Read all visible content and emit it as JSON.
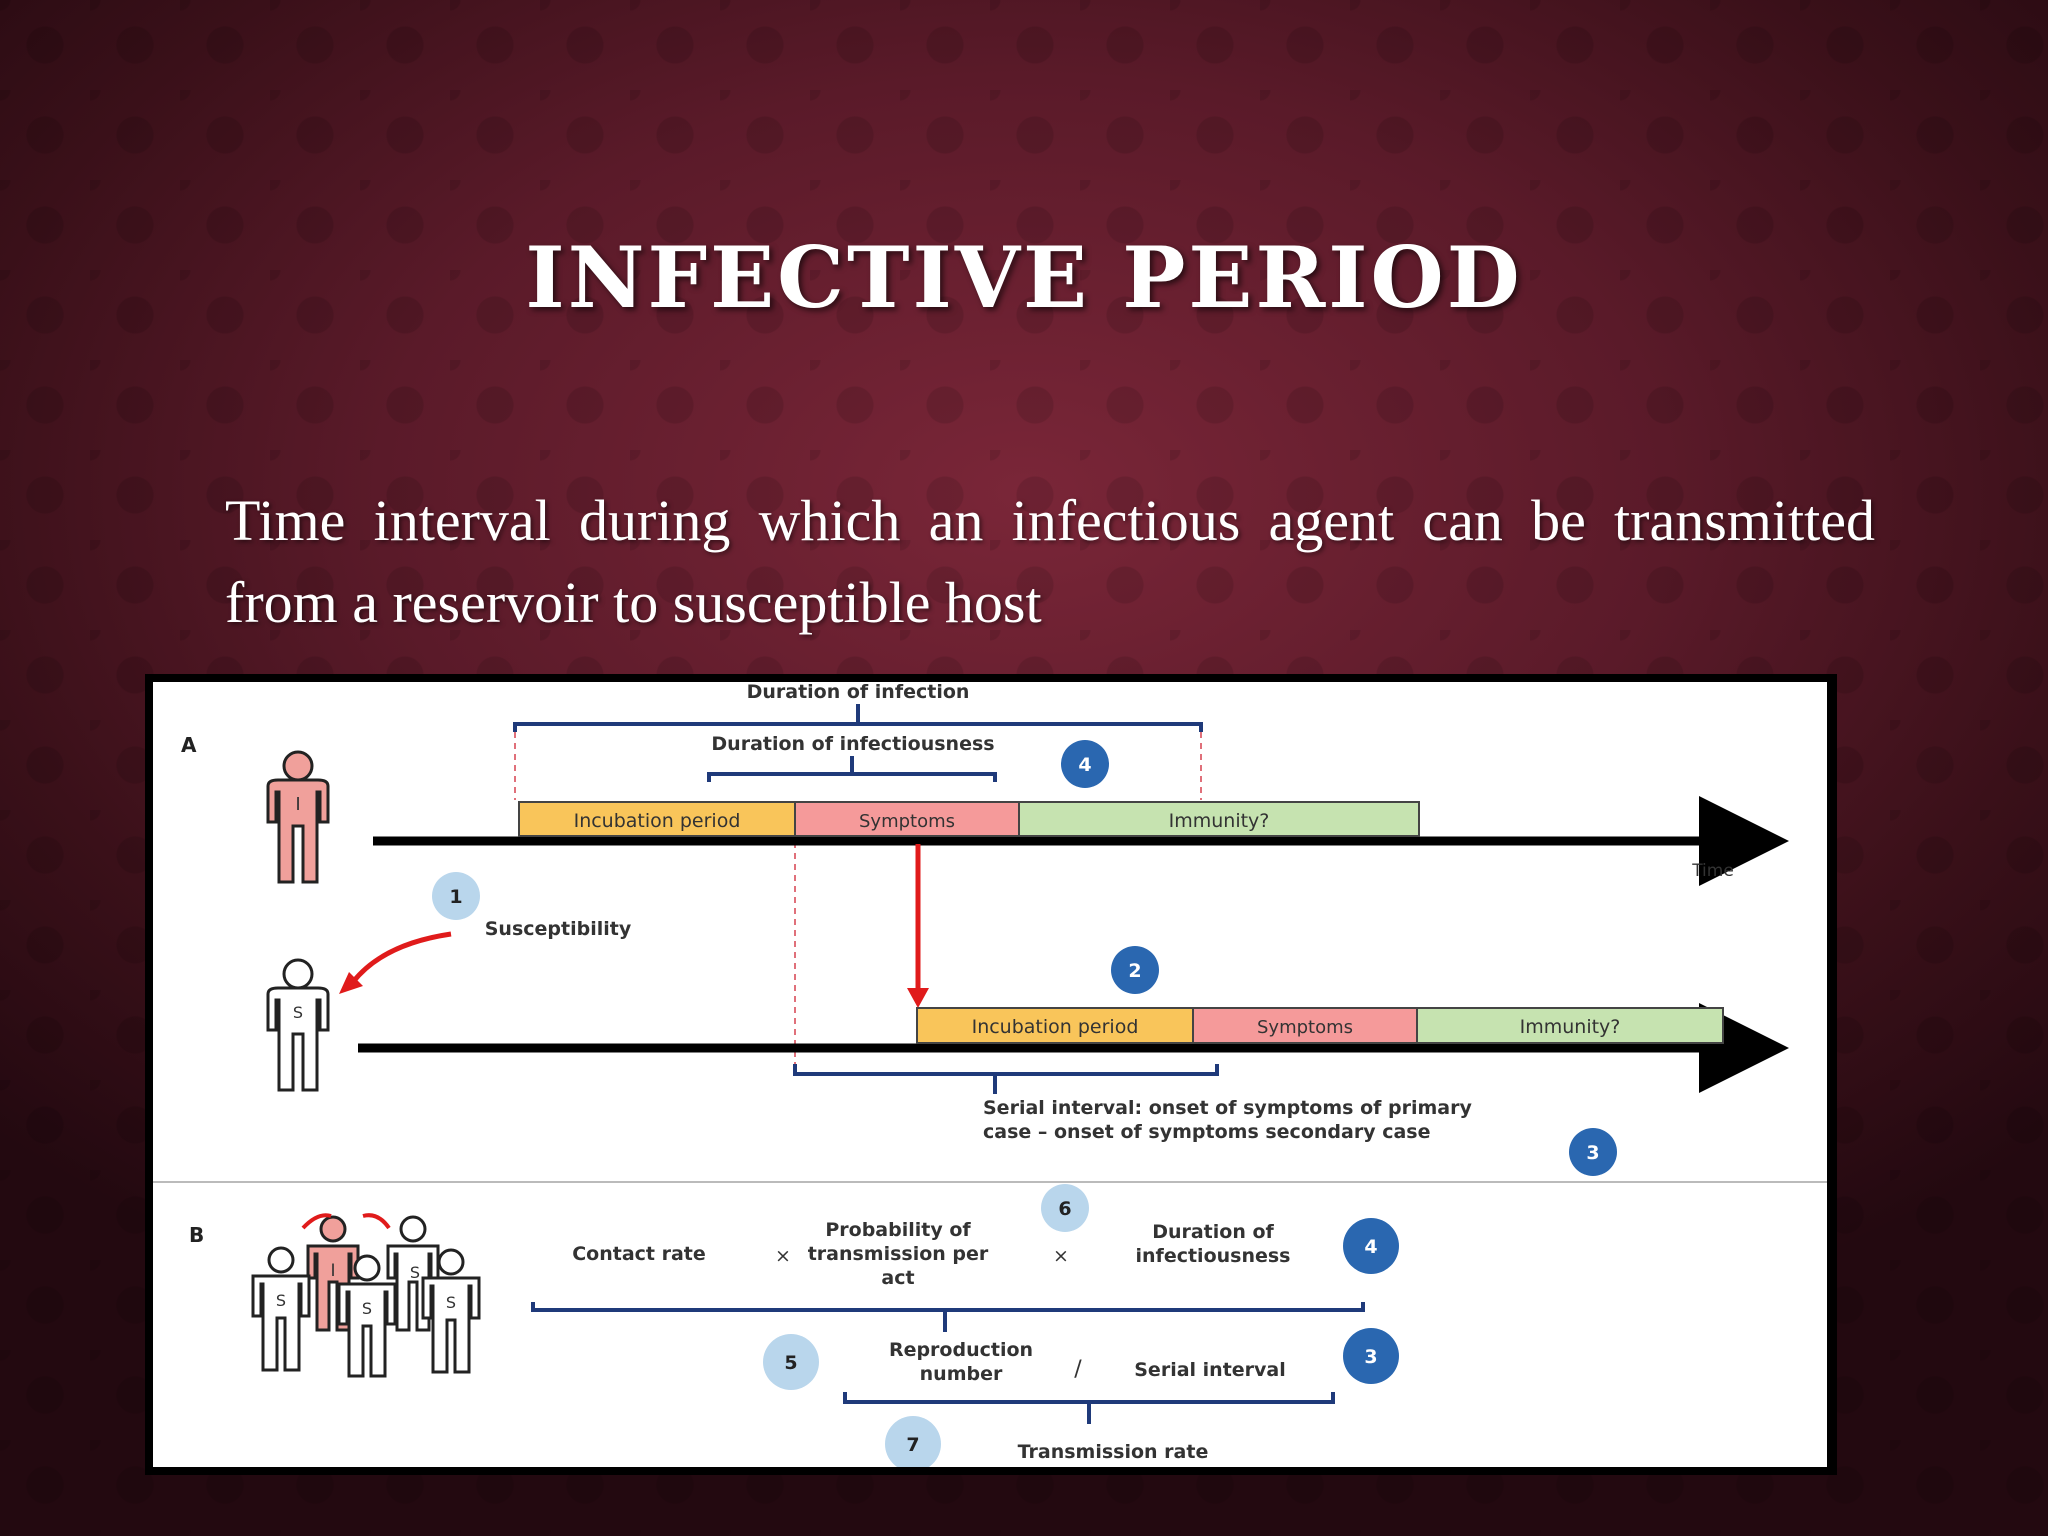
{
  "slide": {
    "title": "INFECTIVE PERIOD",
    "body": "Time interval during which an infectious agent can be transmitted from a reservoir to susceptible host"
  },
  "figure": {
    "panel_a": {
      "label": "A",
      "duration_of_infection": "Duration of infection",
      "duration_of_infectiousness": "Duration of infectiousness",
      "primary": {
        "person_letter": "I",
        "segments": {
          "incubation": "Incubation period",
          "symptoms": "Symptoms",
          "immunity": "Immunity?"
        }
      },
      "time_label": "Time",
      "susceptibility": "Susceptibility",
      "secondary": {
        "person_letter": "S",
        "segments": {
          "incubation": "Incubation period",
          "symptoms": "Symptoms",
          "immunity": "Immunity?"
        }
      },
      "serial_interval_line1": "Serial interval: onset of symptoms of primary",
      "serial_interval_line2": "case – onset of symptoms secondary case"
    },
    "panel_b": {
      "label": "B",
      "contact_rate": "Contact rate",
      "times": "×",
      "prob_line1": "Probability of",
      "prob_line2": "transmission per",
      "prob_line3": "act",
      "dur_line1": "Duration of",
      "dur_line2": "infectiousness",
      "repro_line1": "Reproduction",
      "repro_line2": "number",
      "divide": "/",
      "serial_interval": "Serial interval",
      "transmission_rate": "Transmission rate",
      "group_letters": {
        "infected": "I",
        "susceptible": "S"
      }
    },
    "badges": {
      "b1": "1",
      "b2": "2",
      "b3": "3",
      "b4": "4",
      "b5": "5",
      "b6": "6",
      "b7": "7"
    },
    "colors": {
      "incubation": "#f9c55a",
      "symptoms": "#f59a9a",
      "immunity": "#c6e3b0",
      "infected_person": "#f0a09b",
      "bracket": "#1f3a7a",
      "badge_dark": "#2a67b0",
      "badge_light": "#b9d6ec",
      "arrow_red": "#e01b1b"
    }
  }
}
